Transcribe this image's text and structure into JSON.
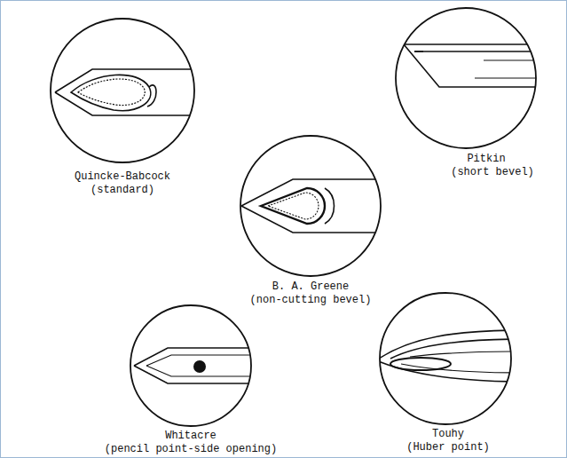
{
  "diagram": {
    "labels": [
      "Quincke-Babcock",
      "(standard)",
      "Pitkin",
      "(short bevel)",
      "B. A. Greene",
      "(non-cutting bevel)",
      "Whitacre",
      "(pencil point-side opening)",
      "Touhy",
      "(Huber point)"
    ]
  }
}
